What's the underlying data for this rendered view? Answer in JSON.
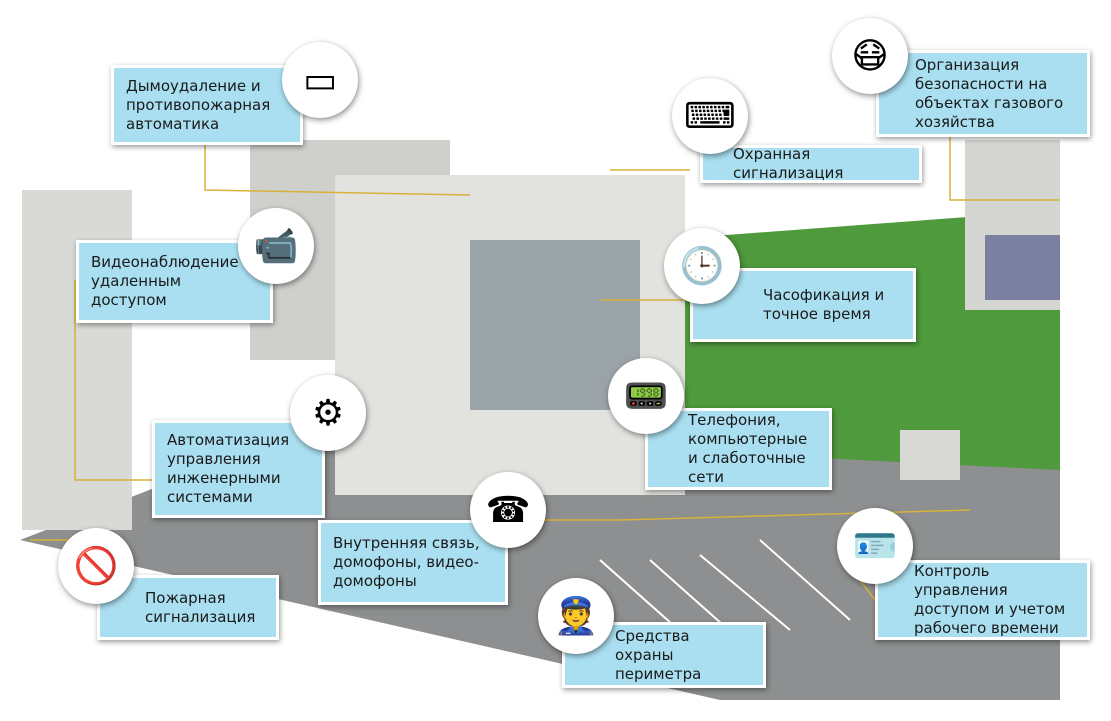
{
  "labels": {
    "smoke": "Дымоудаление и противопожарная автоматика",
    "video": "Видеонаблюдение с удаленным доступом",
    "automation": "Автоматизация управления инженерными системами",
    "fire": "Пожарная сигнализация",
    "intercom": "Внутренняя связь, домофоны, видео-домофоны",
    "perimeter": "Средства охраны периметра",
    "telephony": "Телефония, компьютерные и слаботочные сети",
    "clock": "Часофикация и точное время",
    "alarm": "Охранная сигнализация",
    "gas": "Организация безопасности на объектах газового хозяйства",
    "access": "Контроль управления доступом и учетом рабочего времени"
  },
  "colors": {
    "label_bg": "#a9dff0",
    "lines": "#d8b23a",
    "ground": "#8a8a8a",
    "trees": "#4f9a3c"
  }
}
